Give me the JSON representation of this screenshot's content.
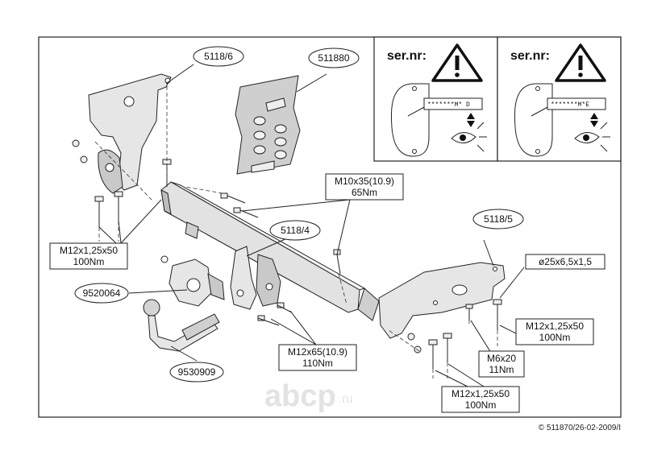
{
  "labels": {
    "bracket_left": "5118/6",
    "kit": "511880",
    "bolt_top": "M10x35(10.9)",
    "bolt_top_torque": "65Nm",
    "bracket_mid": "5118/4",
    "bracket_right": "5118/5",
    "bolt_left": "M12x1,25x50",
    "bolt_left_torque": "100Nm",
    "socket_plate": "9520064",
    "towball": "9530909",
    "bolt_mid": "M12x65(10.9)",
    "bolt_mid_torque": "110Nm",
    "washer": "ø25x6,5x1,5",
    "bolt_right": "M12x1,25x50",
    "bolt_right_torque": "100Nm",
    "screw_small": "M6x20",
    "screw_small_torque": "11Nm",
    "bolt_bottom": "M12x1,25x50",
    "bolt_bottom_torque": "100Nm"
  },
  "serial_panels": [
    {
      "title": "ser.nr:",
      "code": "*******M* D"
    },
    {
      "title": "ser.nr:",
      "code": "*******M*E"
    }
  ],
  "watermark": {
    "brand": "abcp",
    "tld": ".ru"
  },
  "footer": "© 511870/26-02-2009/I"
}
